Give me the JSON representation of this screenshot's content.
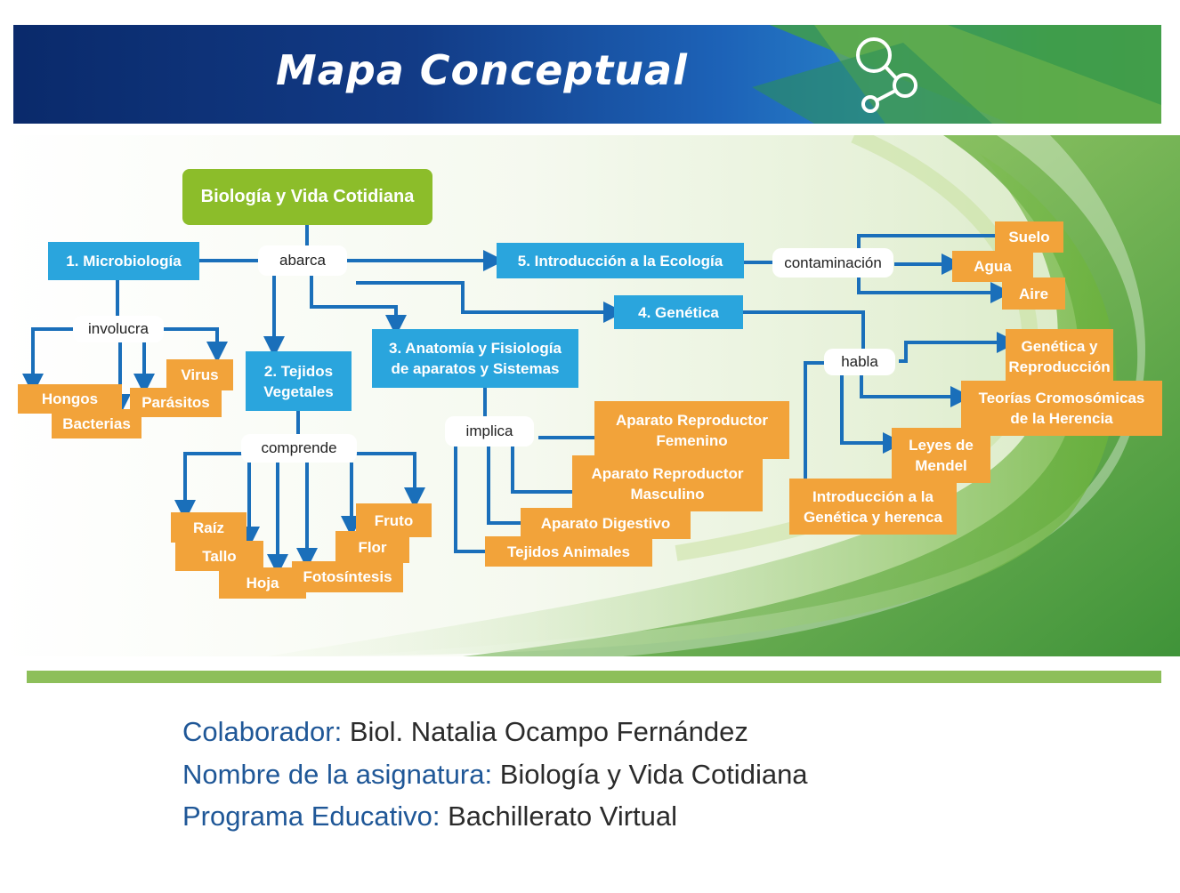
{
  "header": {
    "title": "Mapa Conceptual",
    "icon": "molecule-icon"
  },
  "map": {
    "root": "Biología y Vida Cotidiana",
    "connector_main": "abarca",
    "topics": {
      "microbiologia": "1. Microbiología",
      "tejidos": "2.  Tejidos\nVegetales",
      "anatomia": "3.   Anatomía y Fisiología\nde aparatos y Sistemas",
      "genetica": "4. Genética",
      "ecologia": "5. Introducción a la Ecología"
    },
    "links": {
      "involucra": "involucra",
      "comprende": "comprende",
      "implica": "implica",
      "habla": "habla",
      "contaminacion": "contaminación"
    },
    "micro_items": [
      "Hongos",
      "Bacterias",
      "Virus",
      "Parásitos"
    ],
    "tejido_items": [
      "Raíz",
      "Tallo",
      "Hoja",
      "Fotosíntesis",
      "Flor",
      "Fruto"
    ],
    "anatomia_items": [
      "Aparato Reproductor\nFemenino",
      "Aparato Reproductor\nMasculino",
      "Aparato Digestivo",
      "Tejidos Animales"
    ],
    "genetica_items": [
      "Genética y\nReproducción",
      "Teorías Cromosómicas\nde la Herencia",
      "Leyes de\nMendel",
      "Introducción a la\nGenética y herenca"
    ],
    "ecologia_items": [
      "Suelo",
      "Agua",
      "Aire"
    ]
  },
  "credits": {
    "collaborator_label": "Colaborador:",
    "collaborator": "Biol. Natalia Ocampo Fernández",
    "subject_label": "Nombre de la asignatura:",
    "subject": "Biología y Vida Cotidiana",
    "program_label": "Programa Educativo:",
    "program": "Bachillerato Virtual"
  },
  "colors": {
    "topic": "#2aa5dd",
    "item": "#f2a33a",
    "root": "#8cbd2a",
    "arrow": "#1a6fba",
    "header": "#0a2a6b"
  }
}
